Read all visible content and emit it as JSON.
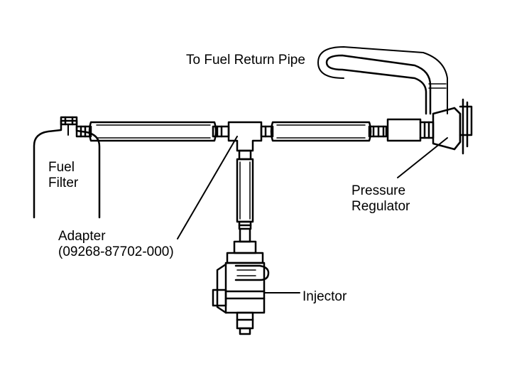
{
  "labels": {
    "fuel_return": "To Fuel Return Pipe",
    "fuel_filter_line1": "Fuel",
    "fuel_filter_line2": "Filter",
    "pressure_regulator_line1": "Pressure",
    "pressure_regulator_line2": "Regulator",
    "adapter_line1": "Adapter",
    "adapter_line2": "(09268-87702-000)",
    "injector": "Injector"
  },
  "colors": {
    "line": "#000000",
    "background": "#ffffff"
  }
}
